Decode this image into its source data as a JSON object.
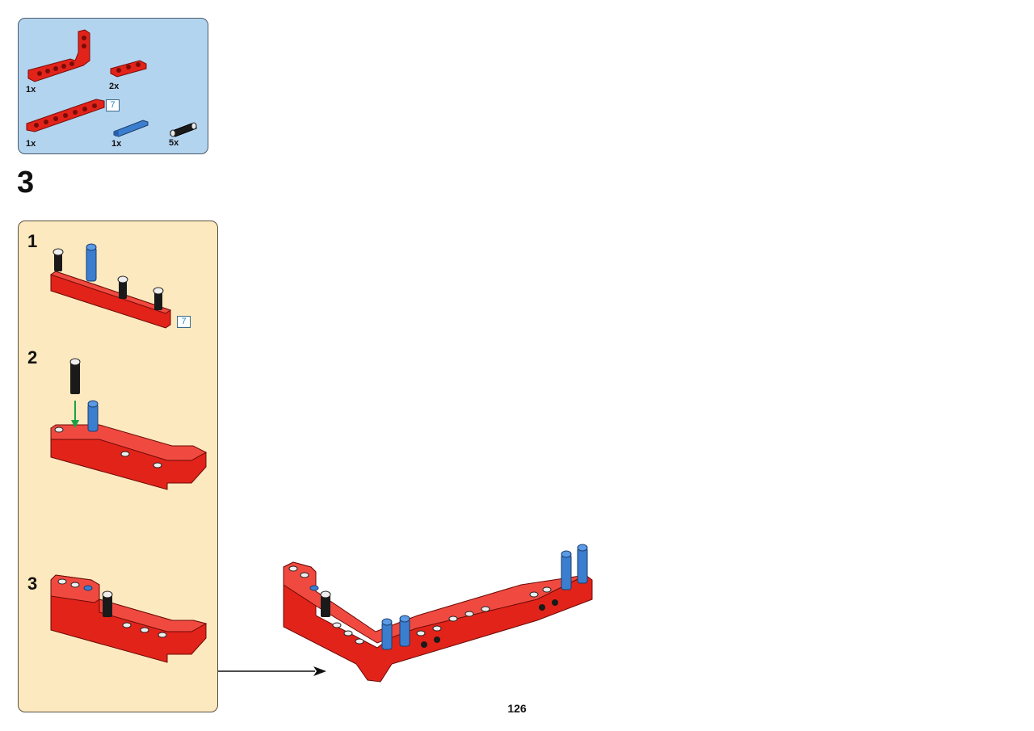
{
  "parts_list": {
    "items": [
      {
        "icon": "l-beam-icon",
        "qty": "1x"
      },
      {
        "icon": "short-beam-icon",
        "qty": "2x"
      },
      {
        "icon": "long-beam-icon",
        "qty": "1x",
        "length_tag": "7"
      },
      {
        "icon": "blue-axle-pin-icon",
        "qty": "1x"
      },
      {
        "icon": "black-pin-icon",
        "qty": "5x"
      }
    ]
  },
  "step": {
    "number": "3"
  },
  "sub_steps": [
    {
      "number": "1",
      "length_tag": "7"
    },
    {
      "number": "2"
    },
    {
      "number": "3"
    }
  ],
  "page": {
    "number": "126"
  },
  "colors": {
    "parts_bg": "#b3d4ef",
    "substep_bg": "#fde9bf",
    "brick_red": "#e2231a",
    "pin_blue": "#3b7ed0",
    "pin_black": "#1a1a1a",
    "arrow_green": "#1aa04a",
    "tag_text": "#2a8bbf"
  }
}
